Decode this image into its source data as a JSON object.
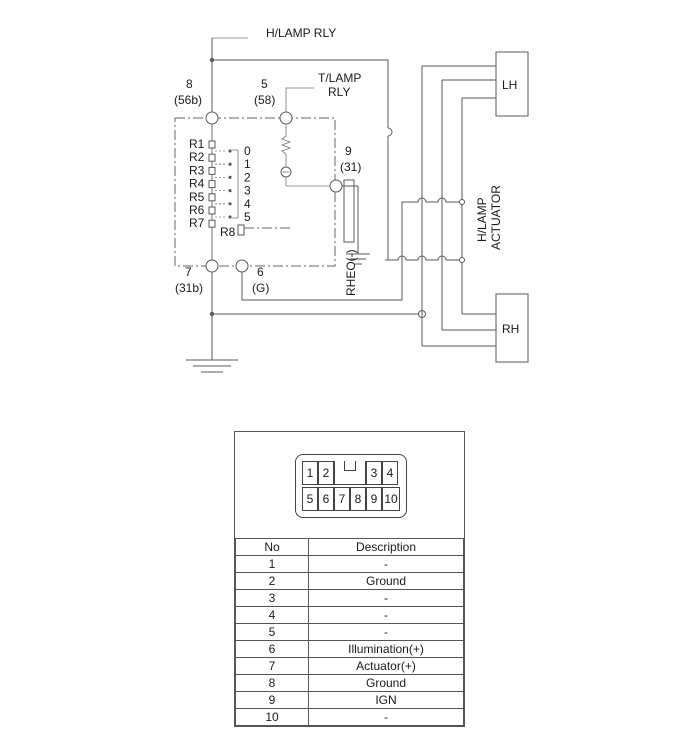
{
  "diagram": {
    "hlamp_rly": "H/LAMP RLY",
    "tlamp_rly_line1": "T/LAMP",
    "tlamp_rly_line2": "RLY",
    "pin8": "8",
    "pin8_code": "(56b)",
    "pin5": "5",
    "pin5_code": "(58)",
    "pin9": "9",
    "pin9_code": "(31)",
    "pin7": "7",
    "pin7_code": "(31b)",
    "pin6": "6",
    "pin6_code": "(G)",
    "resistors": [
      "R1",
      "R2",
      "R3",
      "R4",
      "R5",
      "R6",
      "R7"
    ],
    "switch_positions": [
      "0",
      "1",
      "2",
      "3",
      "4",
      "5"
    ],
    "r8": "R8",
    "rheo": "RHEO(-)",
    "actuator_line1": "H/LAMP",
    "actuator_line2": "ACTUATOR",
    "lh": "LH",
    "rh": "RH"
  },
  "connector": {
    "top_pins": [
      "1",
      "2",
      "3",
      "4"
    ],
    "bottom_pins": [
      "5",
      "6",
      "7",
      "8",
      "9",
      "10"
    ]
  },
  "table": {
    "header_no": "No",
    "header_desc": "Description",
    "rows": [
      {
        "no": "1",
        "desc": "-"
      },
      {
        "no": "2",
        "desc": "Ground"
      },
      {
        "no": "3",
        "desc": "-"
      },
      {
        "no": "4",
        "desc": "-"
      },
      {
        "no": "5",
        "desc": "-"
      },
      {
        "no": "6",
        "desc": "Illumination(+)"
      },
      {
        "no": "7",
        "desc": "Actuator(+)"
      },
      {
        "no": "8",
        "desc": "Ground"
      },
      {
        "no": "9",
        "desc": "IGN"
      },
      {
        "no": "10",
        "desc": "-"
      }
    ]
  }
}
